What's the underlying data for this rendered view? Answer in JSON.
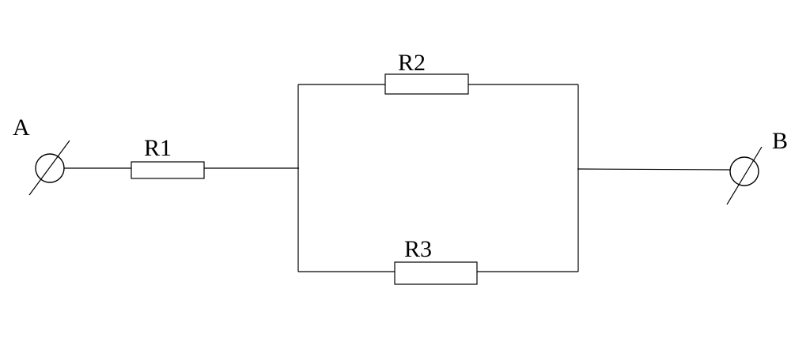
{
  "terminals": {
    "a": {
      "label": "A"
    },
    "b": {
      "label": "B"
    }
  },
  "resistors": {
    "r1": {
      "label": "R1"
    },
    "r2": {
      "label": "R2"
    },
    "r3": {
      "label": "R3"
    }
  },
  "colors": {
    "line": "#000000",
    "background": "#ffffff"
  }
}
